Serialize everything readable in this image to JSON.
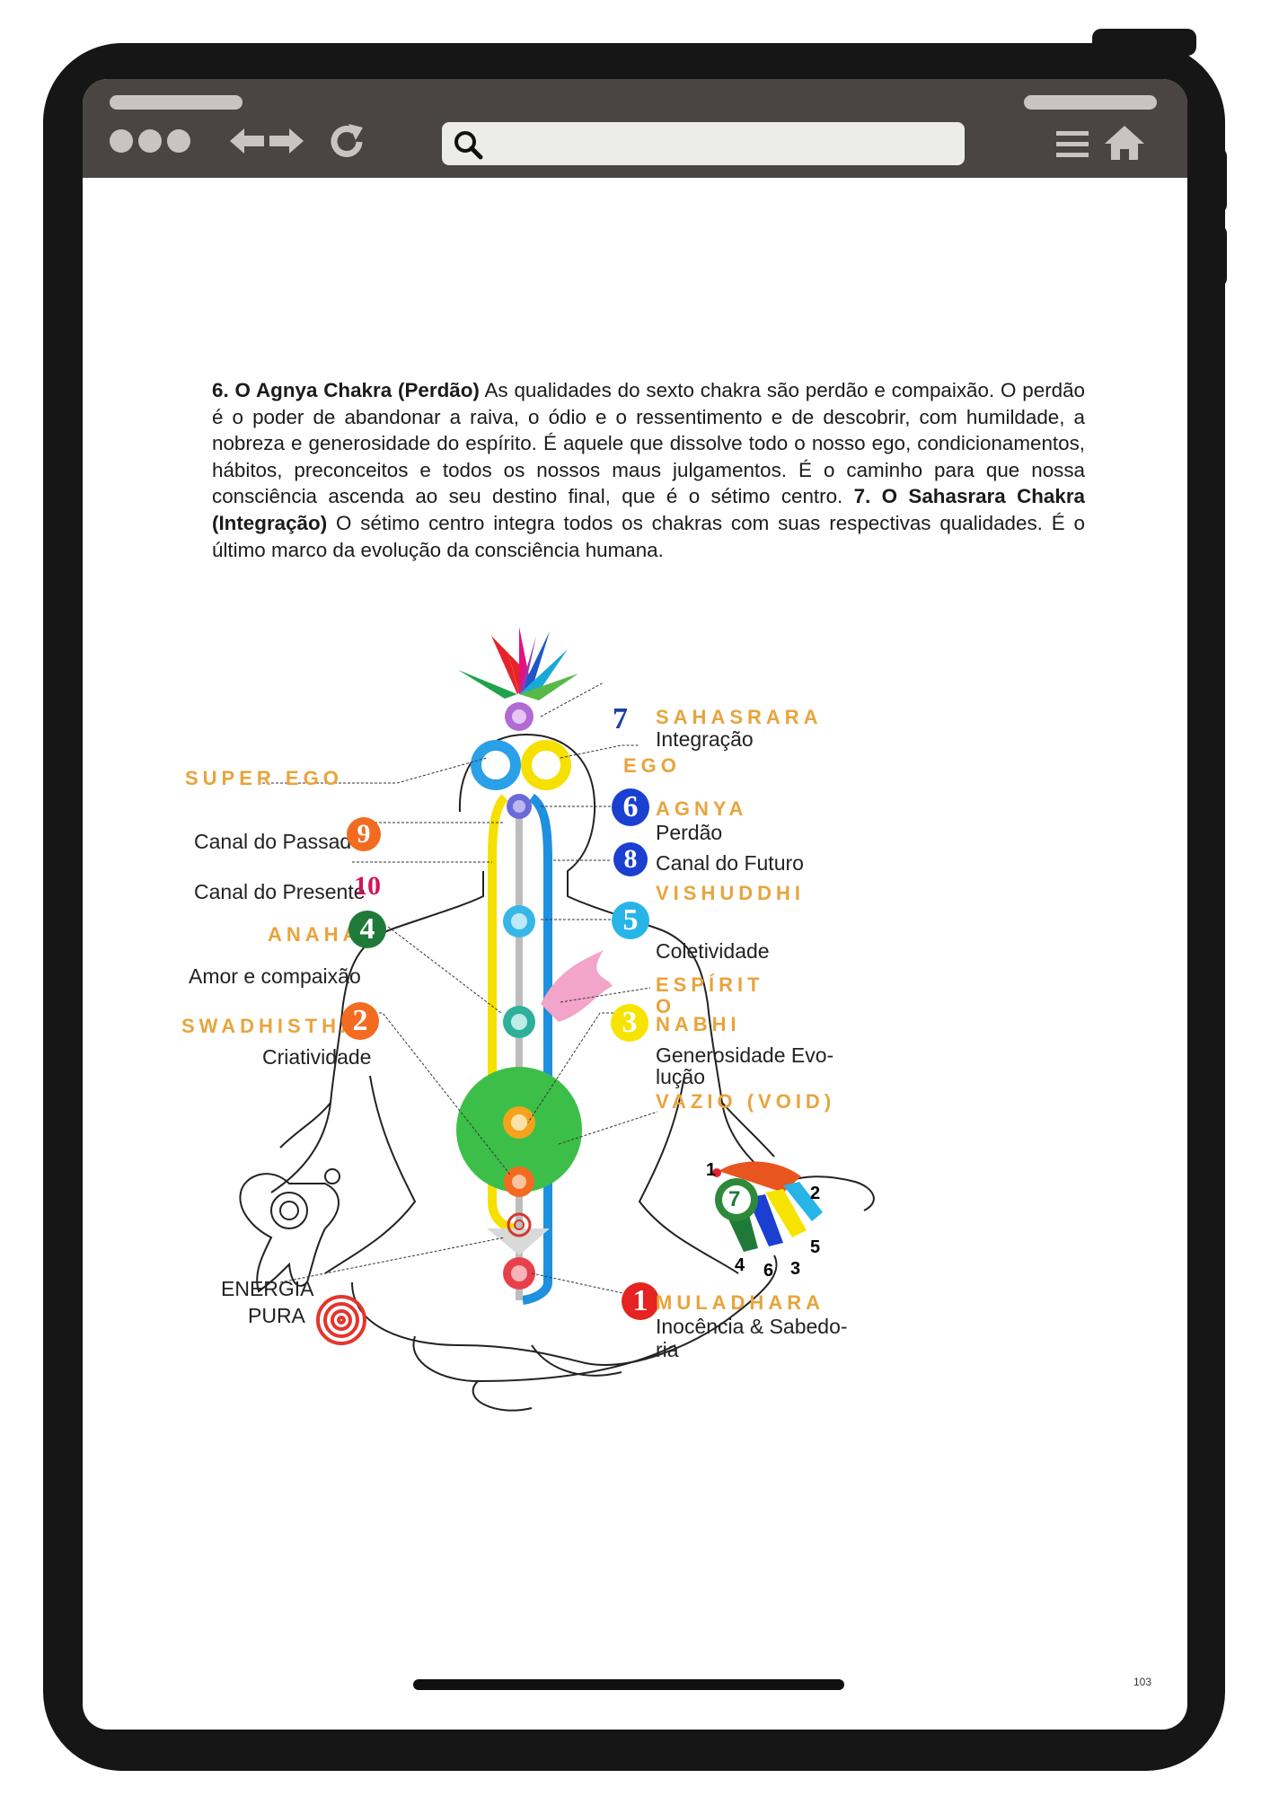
{
  "paragraph": {
    "h6": "6. O Agnya Chakra (Perdão)",
    "t6": " As qualidades do sexto chakra são perdão e compaixão. O perdão é o poder de abandonar a raiva, o ódio e o ressentimento e de descobrir, com humildade, a nobreza e generosidade do espírito. É aquele que dissolve todo o nosso ego, condicionamentos, hábitos, preconceitos e todos os nossos maus julgamentos. É o caminho para que nossa consciência ascenda ao seu destino final, que é o sétimo centro. ",
    "h7": "7. O Sahasrara Chakra (Integração)",
    "t7": " O sétimo centro integra todos os chakras com suas respectivas qualidades. É o último marco da evolução da consciência humana."
  },
  "diagram": {
    "sahasrara": "SAHASRARA",
    "integracao": "Integração",
    "ego": "EGO",
    "super_ego": "SUPER EGO",
    "agnya": "AGNYA",
    "perdao": "Perdão",
    "canal_passado": "Canal do Passado",
    "canal_presente": "Canal do Presente",
    "canal_futuro": "Canal do Futuro",
    "vishuddhi": "VISHUDDHI",
    "coletividade": "Coletividade",
    "anahat": "ANAHAT",
    "amor": "Amor e compaixão",
    "espirito_1": "ESPÍRIT",
    "espirito_2": "O",
    "swadhisthan": "SWADHISTHAN",
    "criatividade": "Criatividade",
    "nabhi": "NABHI",
    "generosidade_1": "Generosidade   Evo-",
    "generosidade_2": "lução",
    "vazio": "VAZIO (VOID)",
    "energia_1": "ENERGIA",
    "energia_2": "PURA",
    "muladhara": "MULADHARA",
    "inocencia_1": "Inocência & Sabedo-",
    "inocencia_2": "ria",
    "numbers": {
      "n1": "1",
      "n2": "2",
      "n3": "3",
      "n4": "4",
      "n5": "5",
      "n6": "6",
      "n7": "7",
      "n8": "8",
      "n9": "9",
      "n10": "10"
    },
    "hand_numbers": {
      "h1": "1",
      "h2": "2",
      "h3": "3",
      "h4": "4",
      "h5": "5",
      "h6": "6",
      "h7": "7"
    }
  },
  "page_number": "103",
  "colors": {
    "frame": "#161616",
    "toolbar": "#4a4442",
    "toolbar_icon": "#c9c4c1",
    "label_orange": "#e8a43c",
    "chakra1": "#e52320",
    "chakra2": "#f26b21",
    "chakra3": "#f7e600",
    "chakra4": "#1f7a3a",
    "chakra5": "#27b5e8",
    "chakra6": "#1a3fd1",
    "chakra7": "#1a3fa0",
    "canal10": "#d4145a"
  }
}
